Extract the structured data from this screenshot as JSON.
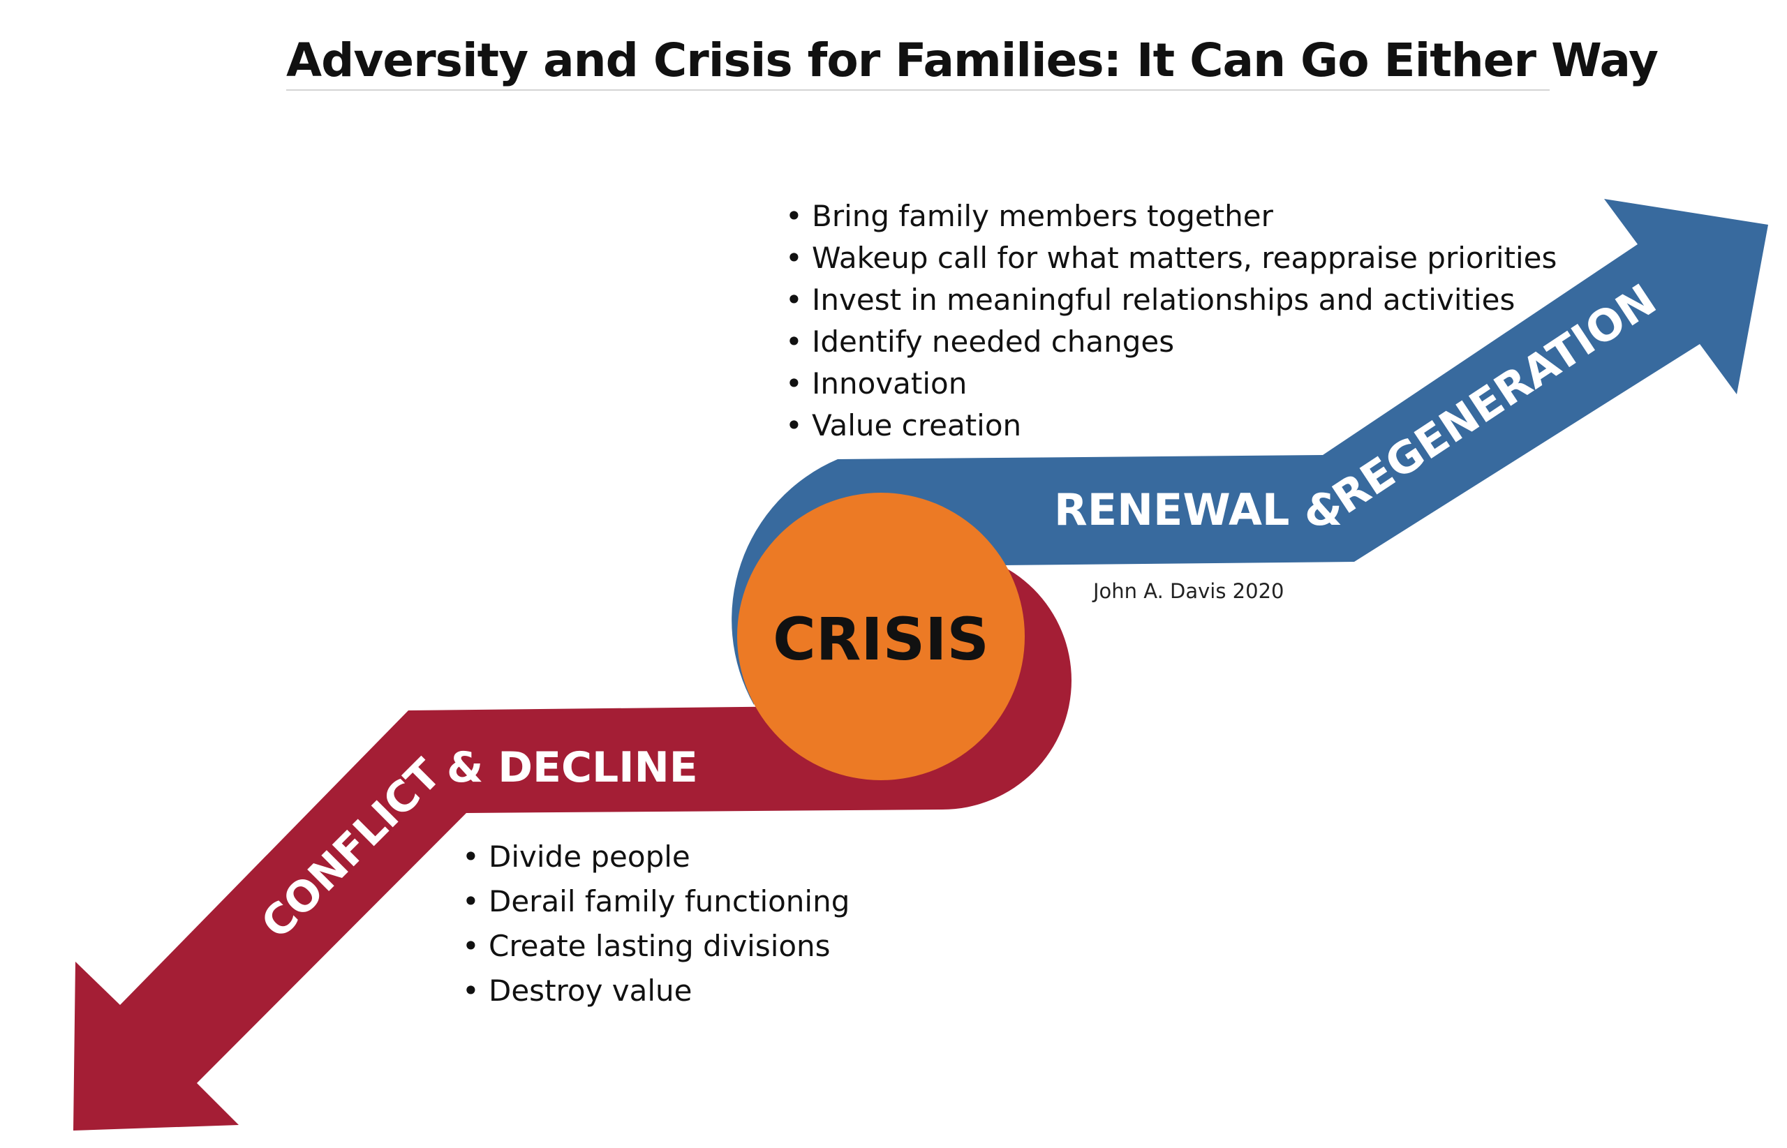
{
  "title": "Adversity and Crisis for Families: It Can Go Either Way",
  "center_label": "CRISIS",
  "renewal": {
    "label_part1": "RENEWAL &",
    "label_part2": "REGENERATION",
    "color": "#386a9e",
    "items": [
      "Bring family members together",
      "Wakeup call for what matters, reappraise priorities",
      "Invest in meaningful relationships and activities",
      "Identify needed changes",
      "Innovation",
      "Value creation"
    ]
  },
  "decline": {
    "label_part1": "CONFLICT",
    "label_part2": "& DECLINE",
    "color": "#a41e35",
    "items": [
      "Divide people",
      "Derail family functioning",
      "Create lasting divisions",
      "Destroy value"
    ]
  },
  "crisis_color": "#ec7a25",
  "credit": "John A. Davis 2020"
}
